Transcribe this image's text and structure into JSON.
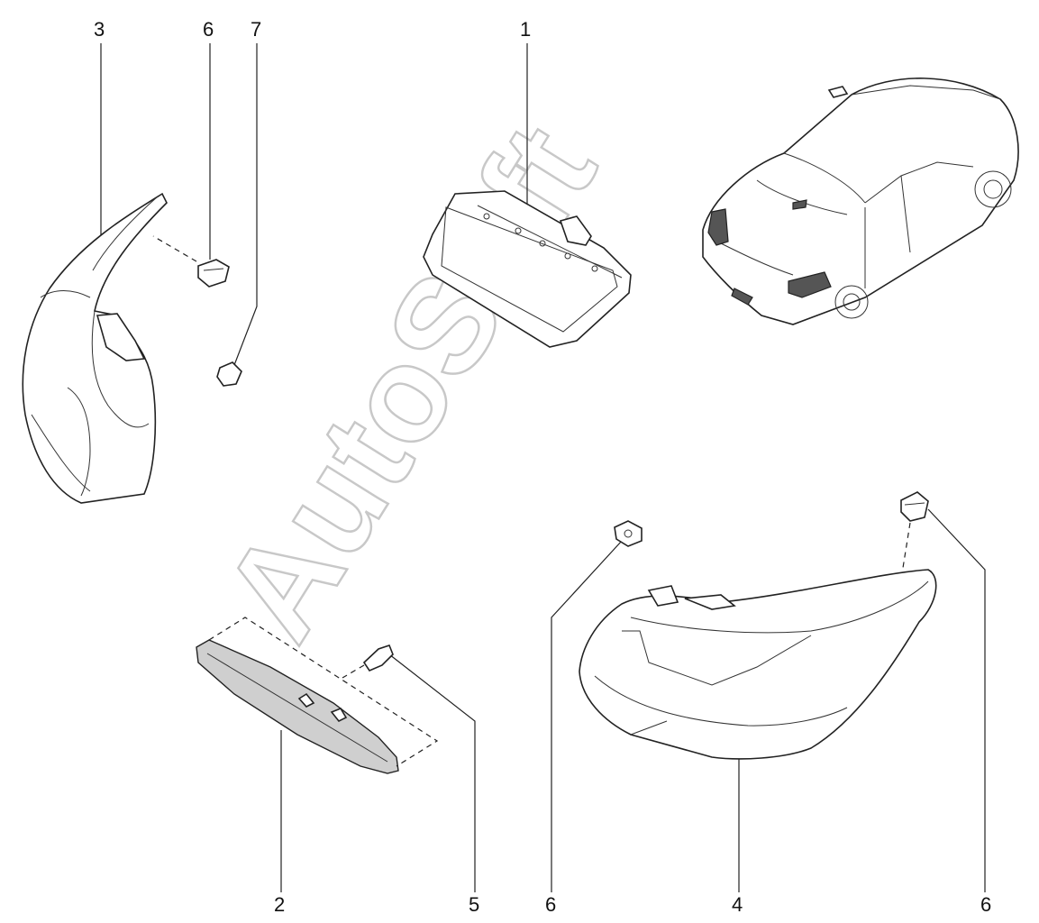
{
  "watermark": "AutoSoft",
  "callouts": {
    "c1": "1",
    "c2": "2",
    "c3": "3",
    "c4": "4",
    "c5": "5",
    "c6_top": "6",
    "c7": "7",
    "c6_bottom": "6",
    "c6_right": "6"
  }
}
